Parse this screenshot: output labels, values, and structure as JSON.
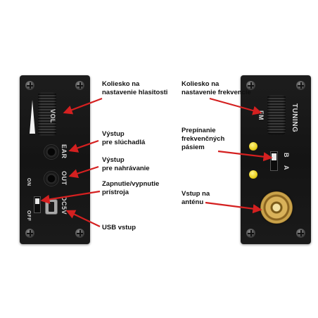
{
  "left_panel": {
    "silk": {
      "vol": "VOL",
      "ear": "EAR",
      "out": "OUT",
      "on": "ON",
      "off": "OFF",
      "dc5v": "DC5V"
    },
    "labels": {
      "volume_line1": "Koliesko na",
      "volume_line2": "nastavenie hlasitosti",
      "headphone_line1": "Výstup",
      "headphone_line2": "pre slúchadlá",
      "record_line1": "Výstup",
      "record_line2": "pre nahrávanie",
      "power_line1": "Zapnutie/vypnutie",
      "power_line2": "prístroja",
      "usb": "USB vstup"
    }
  },
  "right_panel": {
    "silk": {
      "tuning": "TUNING",
      "fm": "FM",
      "a": "A",
      "b": "B"
    },
    "labels": {
      "tuning_line1": "Koliesko na",
      "tuning_line2": "nastavenie frekvencie",
      "band_line1": "Prepínanie",
      "band_line2": "frekvenčných",
      "band_line3": "pásiem",
      "antenna_line1": "Vstup na",
      "antenna_line2": "anténu"
    }
  },
  "colors": {
    "arrow": "#d42020",
    "panel": "#1a1a1a",
    "led": "#e8cf1c",
    "sma_gold": "#c9a24a"
  }
}
